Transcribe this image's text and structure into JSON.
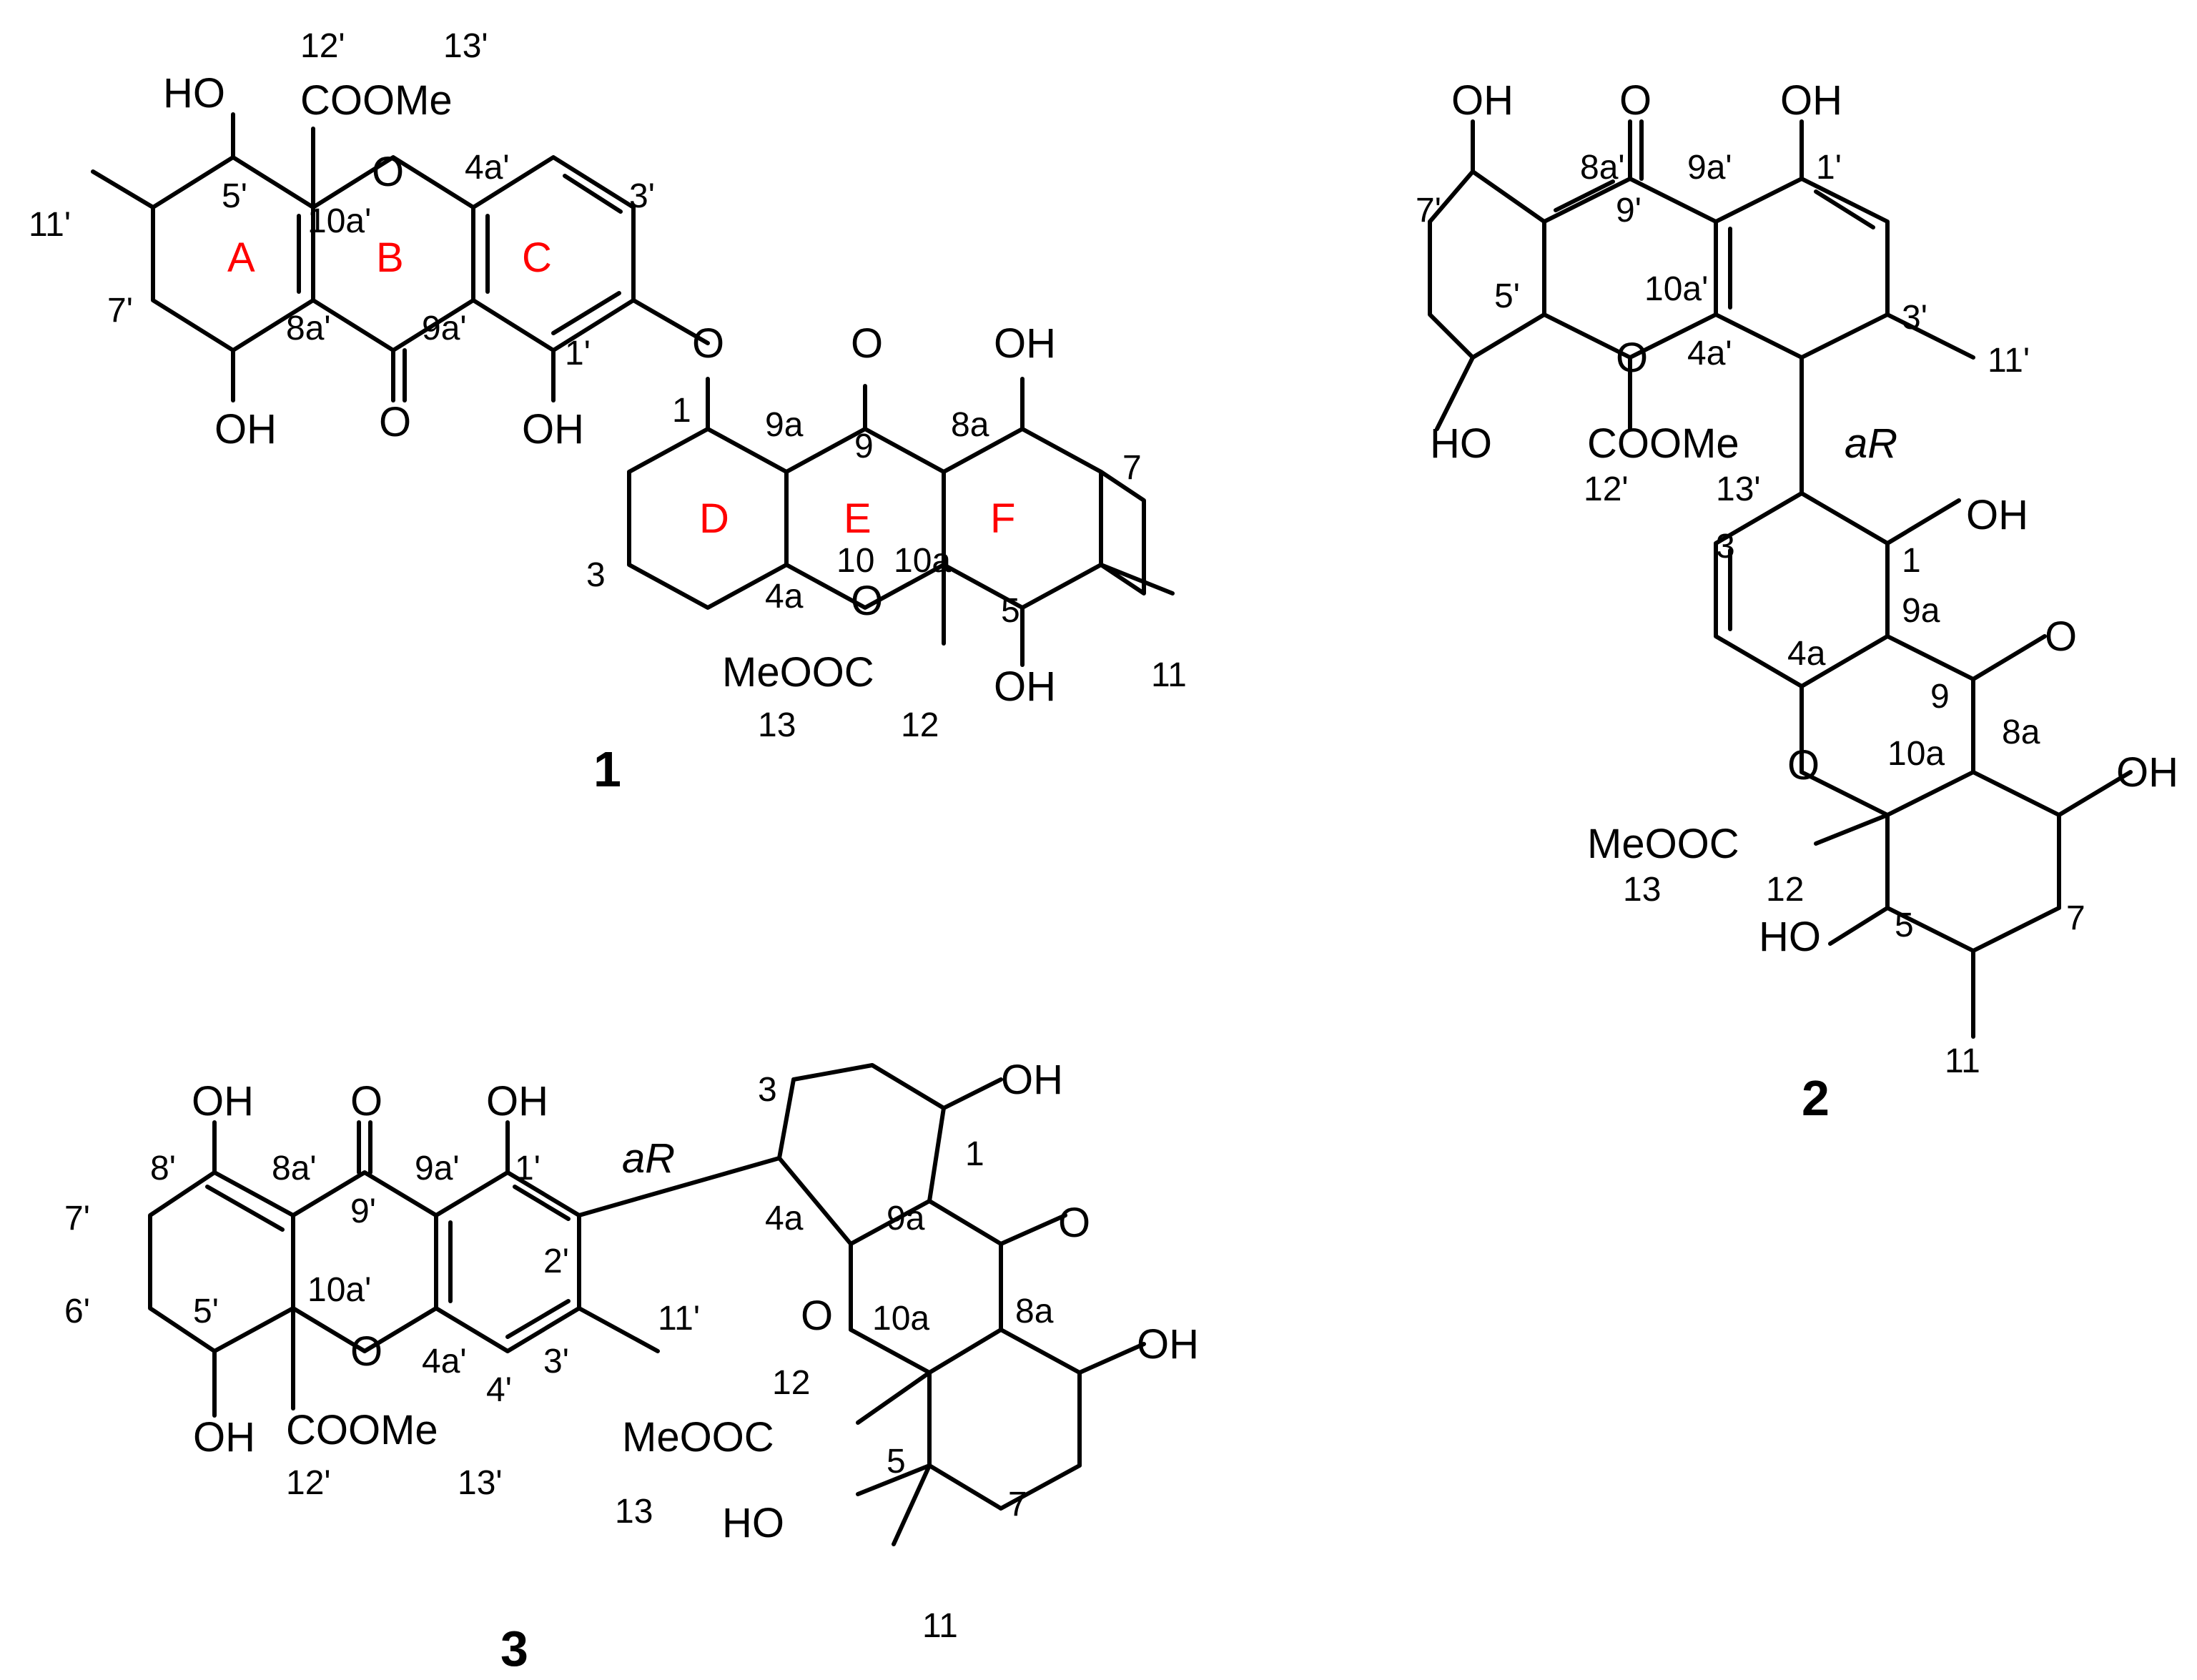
{
  "compound_ids": [
    "1",
    "2",
    "3"
  ],
  "compound1": {
    "groups": [
      "HO",
      "COOMe",
      "O",
      "O",
      "OH",
      "OH",
      "O",
      "O",
      "OH",
      "O",
      "MeOOC",
      "OH"
    ],
    "locants": [
      "12'",
      "13'",
      "4a'",
      "3'",
      "11'",
      "5'",
      "10a'",
      "7'",
      "8a'",
      "9a'",
      "1'",
      "1",
      "9a",
      "9",
      "8a",
      "7",
      "3",
      "10",
      "10a",
      "4a",
      "5",
      "13",
      "12",
      "11"
    ],
    "ring_letters": [
      "A",
      "B",
      "C",
      "D",
      "E",
      "F"
    ]
  },
  "compound2": {
    "groups": [
      "OH",
      "O",
      "OH",
      "O",
      "HO",
      "COOMe",
      "OH",
      "O",
      "O",
      "OH",
      "MeOOC",
      "HO"
    ],
    "locants": [
      "8a'",
      "9a'",
      "1'",
      "9'",
      "7'",
      "10a'",
      "5'",
      "4a'",
      "3'",
      "11'",
      "12'",
      "13'",
      "3",
      "1",
      "9a",
      "4a",
      "9",
      "8a",
      "10a",
      "13",
      "12",
      "5",
      "7",
      "11"
    ],
    "axial_label": "aR"
  },
  "compound3": {
    "groups": [
      "OH",
      "O",
      "OH",
      "OH",
      "O",
      "O",
      "O",
      "OH",
      "COOMe",
      "MeOOC",
      "HO",
      "OH"
    ],
    "locants": [
      "8'",
      "8a'",
      "9a'",
      "1'",
      "7'",
      "9'",
      "2'",
      "10a'",
      "6'",
      "5'",
      "4a'",
      "3'",
      "4'",
      "11'",
      "12'",
      "13'",
      "3",
      "1",
      "4a",
      "9a",
      "10a",
      "8a",
      "12",
      "13",
      "5",
      "7",
      "11"
    ],
    "axial_label": "aR"
  }
}
